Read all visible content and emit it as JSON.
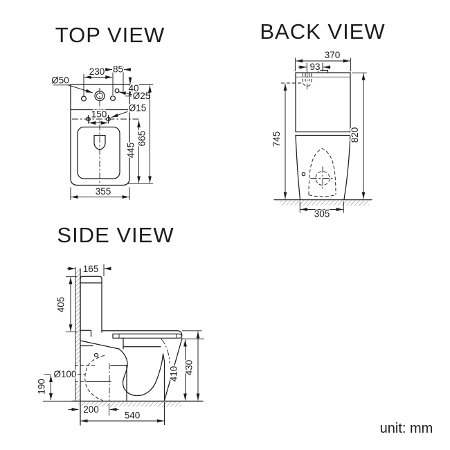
{
  "document": {
    "type": "technical-drawing",
    "subject": "toilet dimensions",
    "unit_label": "unit: mm"
  },
  "colors": {
    "line": "#1c1c1c",
    "background": "#ffffff",
    "hatch": "#6e6e6e",
    "lid": "#b9b9b9"
  },
  "top_view": {
    "title": "TOP VIEW",
    "dims": {
      "hole_span_230": "230",
      "offset_85": "85",
      "depth_40": "40",
      "dia_50": "Ø50",
      "dia_25": "Ø25",
      "dia_15": "Ø15",
      "seat_hole_span_150": "150",
      "depth_445": "445",
      "depth_665": "665",
      "width_355": "355"
    }
  },
  "back_view": {
    "title": "BACK VIEW",
    "dims": {
      "tank_width_370": "370",
      "inlet_offset_93": "93",
      "height_745": "745",
      "height_820": "820",
      "base_width_305": "305"
    }
  },
  "side_view": {
    "title": "SIDE VIEW",
    "dims": {
      "tank_depth_165": "165",
      "tank_height_405": "405",
      "outlet_dia_100": "Ø100",
      "outlet_height_190": "190",
      "outlet_setout_200": "200",
      "depth_540": "540",
      "rim_height_410": "410",
      "seat_height_430": "430"
    }
  }
}
